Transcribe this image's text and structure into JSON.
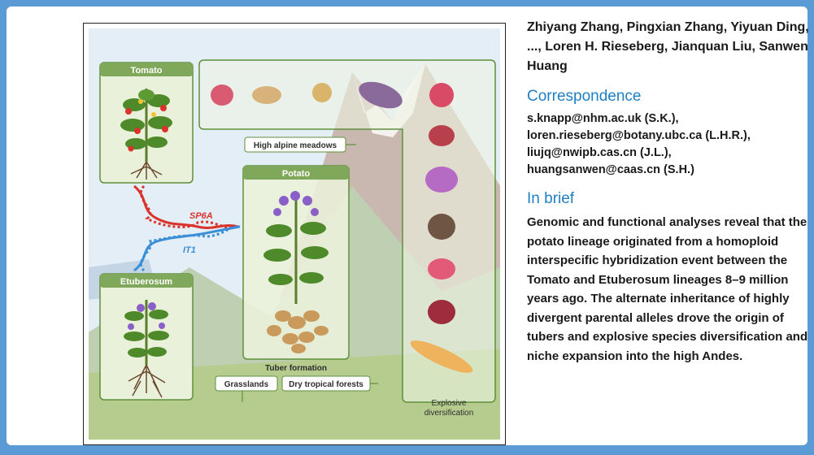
{
  "authors": "Zhiyang Zhang, Pingxian Zhang, Yiyuan Ding, ..., Loren H. Rieseberg, Jianquan Liu, Sanwen Huang",
  "correspondence": {
    "heading": "Correspondence",
    "emails": [
      "s.knapp@nhm.ac.uk (S.K.),",
      "loren.rieseberg@botany.ubc.ca (L.H.R.),",
      "liujq@nwipb.cas.cn (J.L.),",
      "huangsanwen@caas.cn (S.H.)"
    ]
  },
  "in_brief": {
    "heading": "In brief",
    "text": "Genomic and functional analyses reveal that the potato lineage originated from a homoploid interspecific hybridization event between the Tomato and Etuberosum lineages 8–9 million years ago. The alternate inheritance of highly divergent parental alleles drove the origin of tubers and explosive species diversification and niche expansion into the high Andes."
  },
  "figure": {
    "tomato_label": "Tomato",
    "etuberosum_label": "Etuberosum",
    "potato_label": "Potato",
    "sp6a_label": "SP6A",
    "it1_label": "IT1",
    "high_alpine_label": "High alpine meadows",
    "tuber_formation_label": "Tuber formation",
    "grasslands_label": "Grasslands",
    "dry_forests_label": "Dry tropical forests",
    "explosive_line1": "Explosive",
    "explosive_line2": "diversification",
    "colors": {
      "panel_green": "#e9f0d6",
      "panel_border": "#5f8f3a",
      "label_bar": "#7fa85a",
      "sky": "#dcebf5",
      "sp6a_red": "#d9332c",
      "it1_blue": "#3b8fd6"
    }
  }
}
